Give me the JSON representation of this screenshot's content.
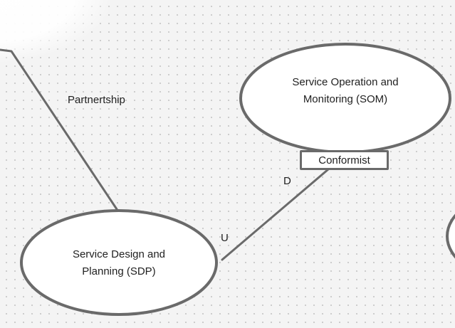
{
  "diagram": {
    "nodes": {
      "som": {
        "line1": "Service Operation and",
        "line2": "Monitoring (SOM)"
      },
      "sdp": {
        "line1": "Service Design and",
        "line2": "Planning (SDP)"
      }
    },
    "edges": {
      "partnership": {
        "label": "Partnertship"
      },
      "conformist": {
        "label": "Conformist",
        "upstream_marker": "U",
        "downstream_marker": "D"
      }
    },
    "colors": {
      "stroke": "#6a6a6a",
      "fill": "#ffffff",
      "text": "#1f1f1f",
      "background": "#f4f4f4"
    }
  }
}
